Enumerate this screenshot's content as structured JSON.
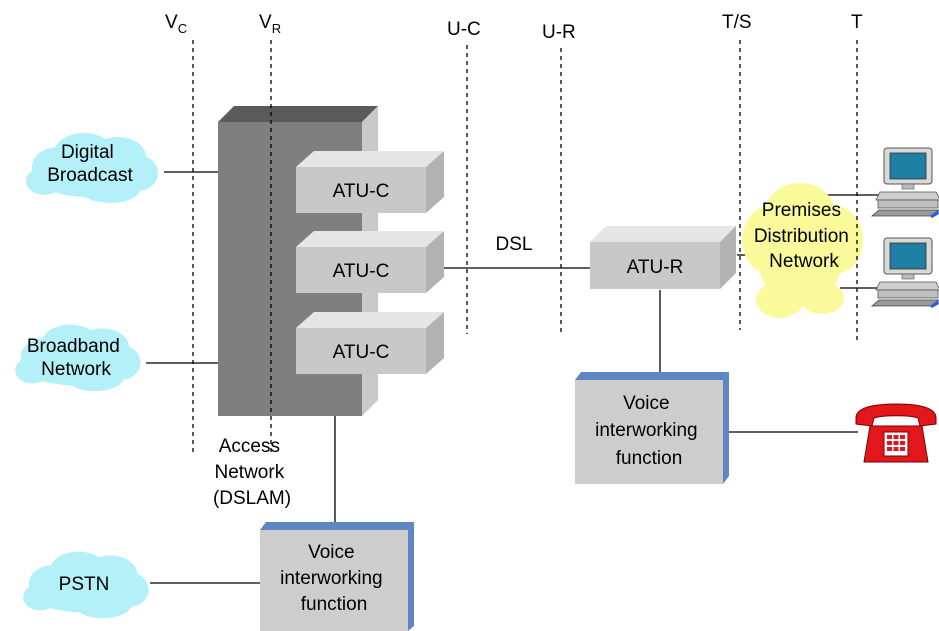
{
  "colors": {
    "cloud_blue": "#b3f0f7",
    "cloud_yellow": "#fbfa9b",
    "dslam_front": "#7f7f7f",
    "dslam_top": "#5a5a5a",
    "dslam_side": "#c9c9c9",
    "box_face": "#c8c8c8",
    "box_top": "#e6e6e6",
    "box_side": "#b2b2b2",
    "voice_face": "#cdcdcd",
    "voice_side": "#5f86c3",
    "phone": "#e3161b",
    "line": "#000000"
  },
  "icons": [
    "cloud-icon",
    "computer-icon",
    "telephone-icon"
  ],
  "reference_points": {
    "vc": {
      "main": "V",
      "sub": "C"
    },
    "vr": {
      "main": "V",
      "sub": "R"
    },
    "uc": "U-C",
    "ur": "U-R",
    "ts": "T/S",
    "t": "T"
  },
  "clouds": {
    "digital_broadcast": [
      "Digital",
      "Broadcast"
    ],
    "broadband_network": [
      "Broadband",
      "Network"
    ],
    "pstn": [
      "PSTN"
    ],
    "premises_distribution": [
      "Premises",
      "Distribution",
      "Network"
    ]
  },
  "dslam": {
    "caption": [
      "Access",
      "Network",
      "(DSLAM)"
    ]
  },
  "atu_c": [
    "ATU-C",
    "ATU-C",
    "ATU-C"
  ],
  "atu_r": "ATU-R",
  "dsl_label": "DSL",
  "voice_iwf_network": [
    "Voice",
    "interworking",
    "function"
  ],
  "voice_iwf_customer": [
    "Voice",
    "interworking",
    "function"
  ]
}
